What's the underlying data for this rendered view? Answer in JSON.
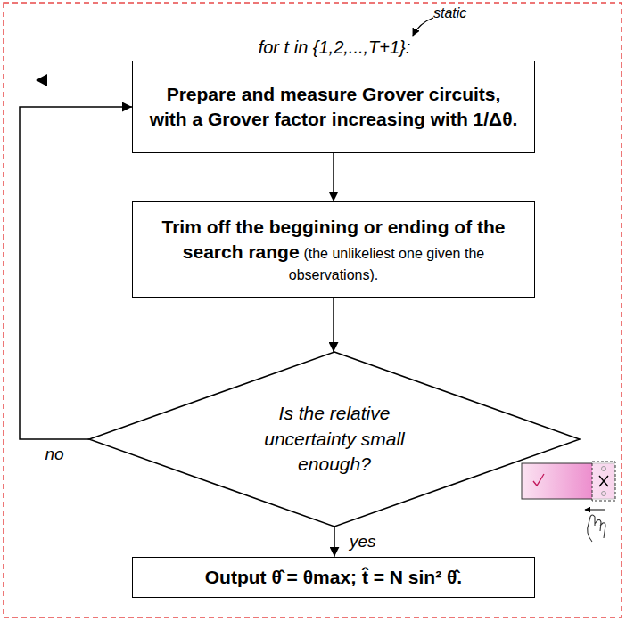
{
  "diagram": {
    "nodes": [
      {
        "text": [
          "Prepare and measure Grover circuits, with a Grover factor increasing with 1/Δθ."
        ]
      },
      {
        "text": [
          "Trim off the beggining or ending of the search range",
          "(the unlikeliest one given the observations)."
        ]
      },
      {
        "text": [
          "Is the relative uncertainty small enough?"
        ]
      },
      {
        "text": [
          "Output θ̂ = θmax; t̂ = N sin² θ̂."
        ]
      }
    ],
    "edges": [
      {
        "from": 0,
        "to": 1,
        "arrow": "to"
      },
      {
        "from": 1,
        "to": 2,
        "arrow": "to"
      },
      {
        "from": 2,
        "to": 0,
        "label": "no",
        "arrow": "to"
      },
      {
        "from": 2,
        "to": 3,
        "label": "yes",
        "arrow": "to"
      }
    ],
    "labels": [
      "static",
      "for t in {1,2,...,T+1}:"
    ]
  }
}
